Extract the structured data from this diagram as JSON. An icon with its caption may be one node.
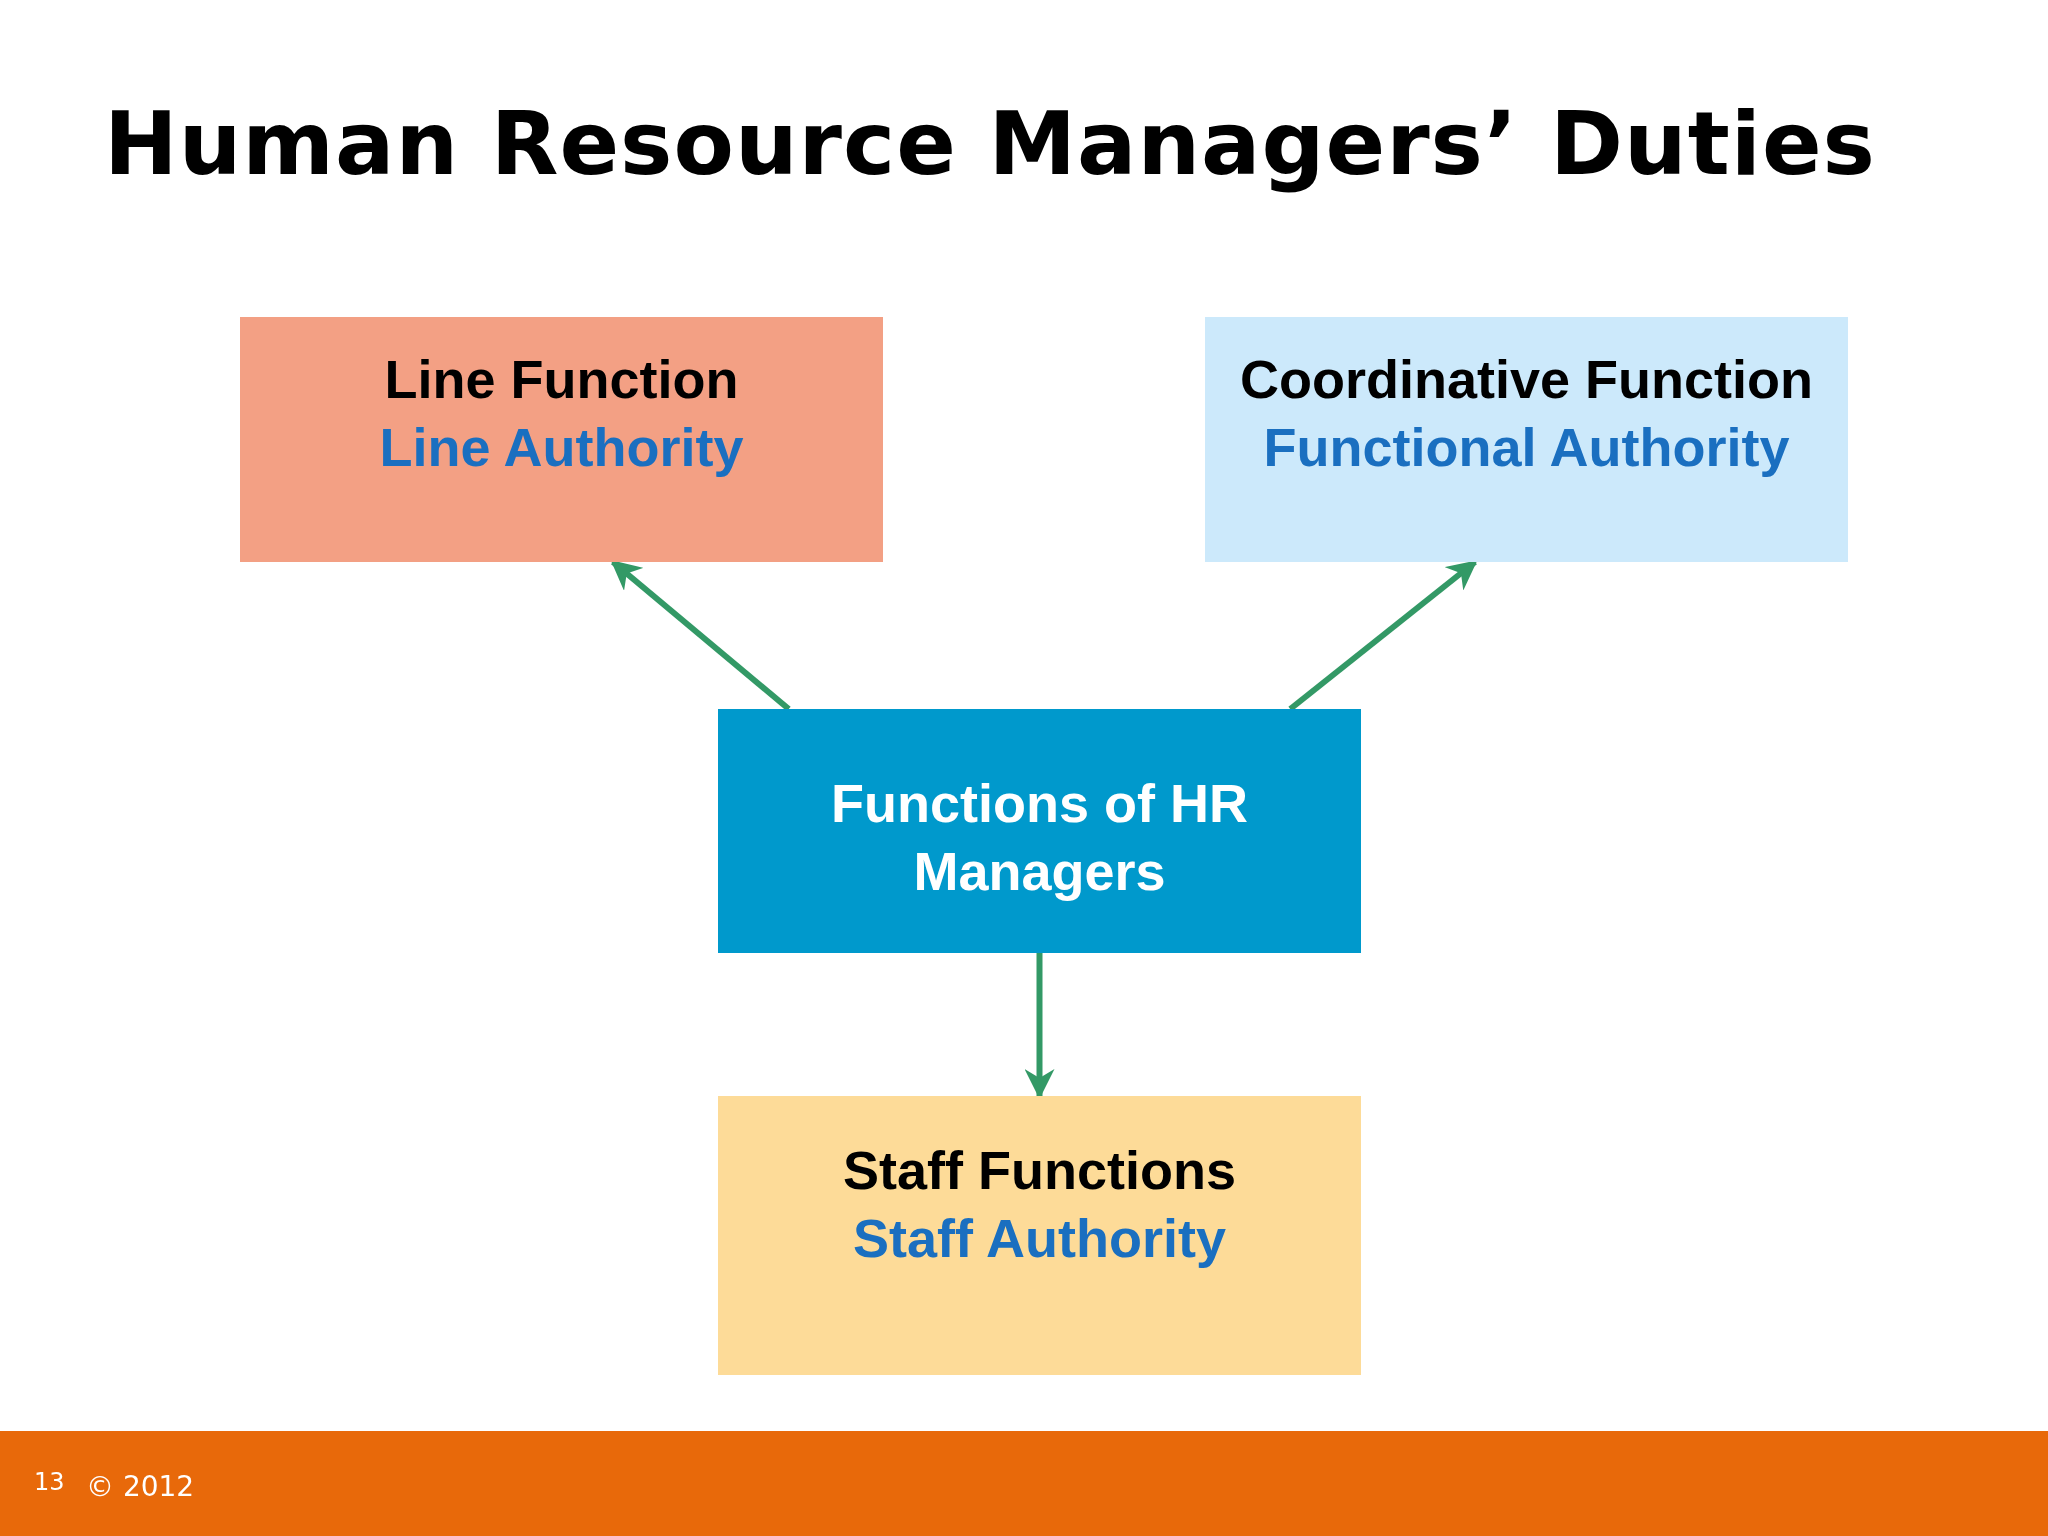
{
  "diagram": {
    "title": "Human Resource Managers’ Duties",
    "nodes": [
      {
        "text": [
          "Line Function",
          "Line Authority"
        ]
      },
      {
        "text": [
          "Coordinative Function",
          "Functional Authority"
        ]
      },
      {
        "text": [
          "Functions of HR Managers"
        ]
      },
      {
        "text": [
          "Staff Functions",
          "Staff Authority"
        ]
      }
    ],
    "edges": [
      {
        "from": 2,
        "to": 0,
        "arrow": "to"
      },
      {
        "from": 2,
        "to": 1,
        "arrow": "to"
      },
      {
        "from": 2,
        "to": 3,
        "arrow": "to"
      }
    ],
    "labels": [
      "13",
      "© 2012"
    ]
  }
}
